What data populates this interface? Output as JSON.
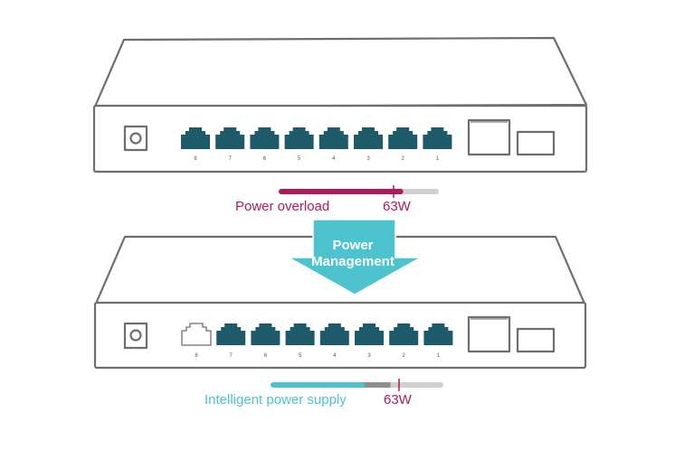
{
  "top_switch": {
    "port_numbers": [
      "8",
      "7",
      "6",
      "5",
      "4",
      "3",
      "2",
      "1"
    ],
    "bar_fraction_used": 0.77,
    "bar_color": "#b0185c",
    "caption": "Power overload",
    "watt_label": "63W"
  },
  "arrow": {
    "line1": "Power",
    "line2": "Management",
    "color": "#4cc3cf"
  },
  "bottom_switch": {
    "port_numbers": [
      "8",
      "7",
      "6",
      "5",
      "4",
      "3",
      "2",
      "1"
    ],
    "disabled_port": "8",
    "bar_fraction_used": 0.53,
    "bar_fraction_reserve": 0.17,
    "bar_color": "#4cc3cf",
    "caption": "Intelligent power supply",
    "watt_label": "63W"
  },
  "colors": {
    "port": "#1d5a6a",
    "outline": "#6e6e6e",
    "overload": "#b0185c",
    "power_supply": "#4cc3cf"
  }
}
